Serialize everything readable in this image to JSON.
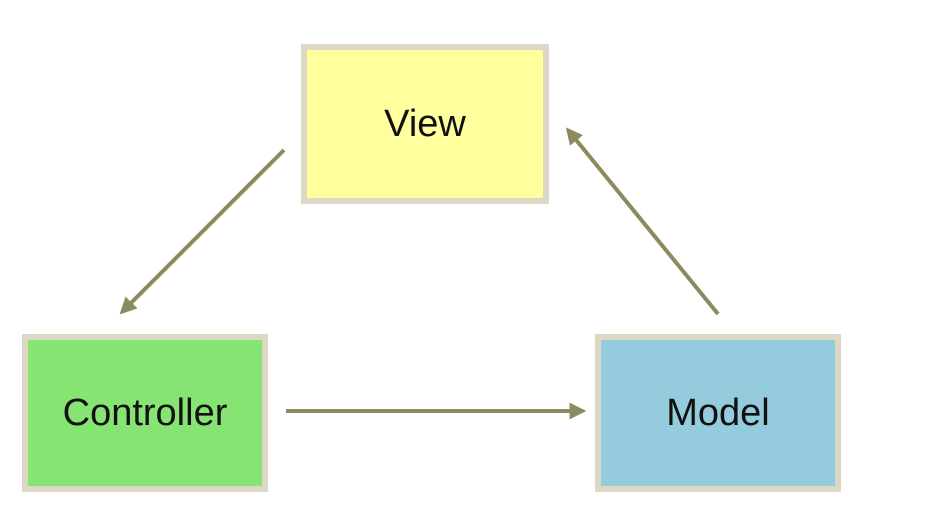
{
  "nodes": {
    "view": {
      "label": "View",
      "fill": "#ffff9e"
    },
    "controller": {
      "label": "Controller",
      "fill": "#86e473"
    },
    "model": {
      "label": "Model",
      "fill": "#95ccdd"
    }
  },
  "edges": [
    {
      "from": "View",
      "to": "Controller"
    },
    {
      "from": "Controller",
      "to": "Model"
    },
    {
      "from": "Model",
      "to": "View"
    }
  ],
  "colors": {
    "arrow": "#8c8a5e",
    "node_border": "#ddd8c6",
    "background": "#ffffff"
  }
}
